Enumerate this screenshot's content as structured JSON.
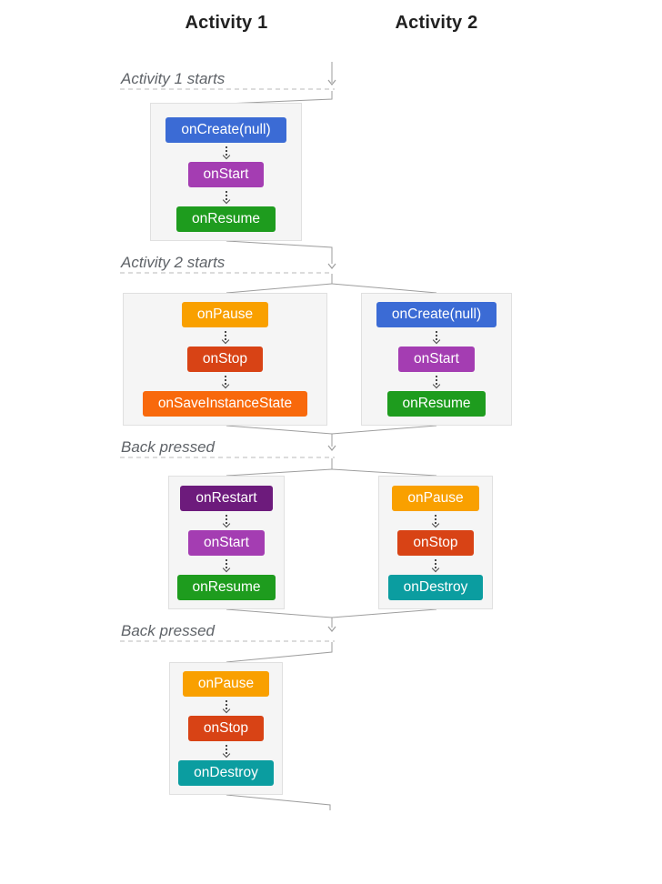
{
  "headers": [
    {
      "label": "Activity 1"
    },
    {
      "label": "Activity 2"
    }
  ],
  "event_labels": [
    {
      "label": "Activity 1 starts"
    },
    {
      "label": "Activity 2 starts"
    },
    {
      "label": "Back pressed"
    },
    {
      "label": "Back pressed"
    }
  ],
  "colors": {
    "on_create": "#3b6bd5",
    "on_start": "#a43db2",
    "on_resume": "#1e9c1e",
    "on_pause": "#f9a000",
    "on_stop": "#d84315",
    "on_save_instance_state": "#f8690c",
    "on_restart": "#6d1b7c",
    "on_destroy": "#0b9da0",
    "panel_background": "#f5f5f5",
    "panel_border": "#e0e0e0",
    "connector_line": "#9e9e9e",
    "dashed_separator": "#c8c8c8",
    "event_label_text": "#5f6368",
    "header_text": "#212121",
    "box_text": "#ffffff"
  },
  "panels": [
    {
      "name": "activity1-create",
      "boxes": [
        {
          "label": "onCreate(null)",
          "color": "#3b6bd5"
        },
        {
          "label": "onStart",
          "color": "#a43db2"
        },
        {
          "label": "onResume",
          "color": "#1e9c1e"
        }
      ]
    },
    {
      "name": "activity1-pause-stop-save",
      "boxes": [
        {
          "label": "onPause",
          "color": "#f9a000"
        },
        {
          "label": "onStop",
          "color": "#d84315"
        },
        {
          "label": "onSaveInstanceState",
          "color": "#f8690c"
        }
      ]
    },
    {
      "name": "activity2-create",
      "boxes": [
        {
          "label": "onCreate(null)",
          "color": "#3b6bd5"
        },
        {
          "label": "onStart",
          "color": "#a43db2"
        },
        {
          "label": "onResume",
          "color": "#1e9c1e"
        }
      ]
    },
    {
      "name": "activity1-restart",
      "boxes": [
        {
          "label": "onRestart",
          "color": "#6d1b7c"
        },
        {
          "label": "onStart",
          "color": "#a43db2"
        },
        {
          "label": "onResume",
          "color": "#1e9c1e"
        }
      ]
    },
    {
      "name": "activity2-destroy",
      "boxes": [
        {
          "label": "onPause",
          "color": "#f9a000"
        },
        {
          "label": "onStop",
          "color": "#d84315"
        },
        {
          "label": "onDestroy",
          "color": "#0b9da0"
        }
      ]
    },
    {
      "name": "activity1-destroy",
      "boxes": [
        {
          "label": "onPause",
          "color": "#f9a000"
        },
        {
          "label": "onStop",
          "color": "#d84315"
        },
        {
          "label": "onDestroy",
          "color": "#0b9da0"
        }
      ]
    }
  ]
}
